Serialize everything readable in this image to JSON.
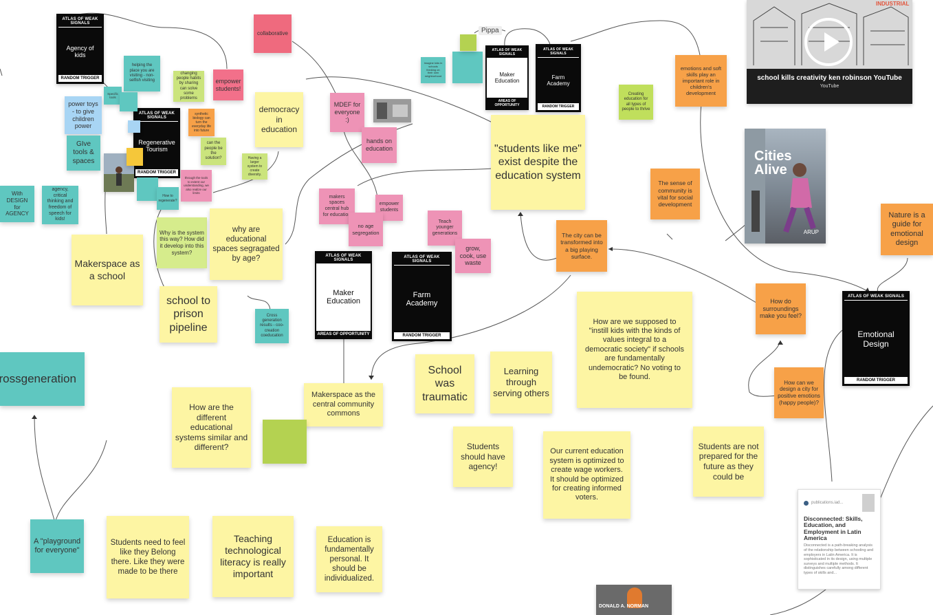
{
  "board": {
    "video": {
      "title": "school kills creativity ken robinson YouTube",
      "source": "YouTube",
      "play_icon": "play-icon"
    },
    "poster": {
      "title": "Cities Alive",
      "brand": "ARUP"
    },
    "link_card": {
      "domain": "publications.iad...",
      "title": "Disconnected: Skills, Education, and Employment in Latin America",
      "description": "Disconnected is a path-breaking analysis of the relationship between schooling and employers in Latin America. It is sophisticated in its design, using multiple surveys and multiple methods. It distinguishes carefully among different types of skills and..."
    },
    "book_cover": {
      "author": "DONALD A. NORMAN"
    },
    "user_label": "Pippa",
    "cards": {
      "agency_of_kids": {
        "header": "ATLAS OF WEAK SIGNALS",
        "title": "Agency of kids",
        "footer": "RANDOM TRIGGER"
      },
      "regenerative_tourism": {
        "header": "ATLAS OF WEAK SIGNALS",
        "title": "Regenerative Tourism",
        "footer": "RANDOM TRIGGER"
      },
      "maker_education_small": {
        "header": "ATLAS OF WEAK SIGNALS",
        "title": "Maker Education",
        "footer": "AREAS OF OPPORTUNITY"
      },
      "farm_academy_small": {
        "header": "ATLAS OF WEAK SIGNALS",
        "title": "Farm Academy",
        "footer": "RANDOM TRIGGER"
      },
      "maker_education": {
        "header": "ATLAS OF WEAK SIGNALS",
        "title": "Maker Education",
        "footer": "AREAS OF OPPORTUNITY"
      },
      "farm_academy": {
        "header": "ATLAS OF WEAK SIGNALS",
        "title": "Farm Academy",
        "footer": "RANDOM TRIGGER"
      },
      "emotional_design": {
        "header": "ATLAS OF WEAK SIGNALS",
        "title": "Emotional Design",
        "footer": "RANDOM TRIGGER"
      }
    },
    "notes": {
      "collaborative": "collaborative",
      "helping_place": "helping the place you are visiting - non-selfish visiting",
      "changing_habits": "changing people habits by sharing can solve some problems",
      "empower_students": "empower students!",
      "power_toys": "power toys - to give children power",
      "specific_tools": "Specific tools",
      "give_tools": "GIve tools & spaces",
      "synthetic_biology": "synthetic biology can turn the everyday life into future",
      "can_people": "can the people be the solution?",
      "having_larger": "Having a larger system to create diversity.",
      "through_the": "through the tools to extent our understanding, we also realize our limits",
      "democracy": "democracy in education",
      "mdef": "MDEF for everyone :)",
      "hands_on": "hands on education",
      "with_design": "With DESIGN for AGENCY",
      "agency_critical": "agency, critical thinking and freedom of speech for kids!",
      "how_to_regen": "How to regenerate?",
      "why_system": "Why is the system this way? How did it develop into this system?",
      "why_educational": "why are educational spaces segragated by age?",
      "makerspace_school": "Makerspace as a school",
      "school_prison": "school to prison pipeline",
      "cross_gen": "Cross generation results - coo-creation coeducation",
      "crossgeneration": "crossgeneration",
      "makers_spaces": "makers spaces central hub for education",
      "empower_students2": "empower students",
      "no_age": "no age segregation",
      "teach_younger": "Teach younger generations",
      "grow_cook": "grow, cook, use waste",
      "imagine_kids": "Imagine kids in schools thinking on their own neighborhood",
      "students_like_me": "\"students like me\" exist despite the education system",
      "creating_education": "Creating education for all types of people to thrive",
      "emotions_soft": "emotions and soft skills play an important role in children's development",
      "sense_community": "The sense of community is vital for social development",
      "city_transformed": "The city can be transformed into a big playing surface.",
      "nature_guide": "Nature is a guide for emotional design",
      "how_surroundings": "How do surroundings make you feel?",
      "how_design_city": "How can we design a city for positive emotions (happy people)?",
      "makerspace_commons": "Makerspace as the central community commons",
      "school_traumatic": "School was traumatic",
      "learning_serving": "Learning through serving others",
      "how_supposed": "How are we supposed to \"instill kids with the kinds of values integral to a democratic society\" if schools are fundamentally undemocratic? No voting to be found.",
      "how_different": "How are the different educational systems similar and different?",
      "students_agency": "Students should have agency!",
      "current_system": "Our current education system is optimized to create wage workers. It should be optimized for creating informed voters.",
      "not_prepared": "Students are not prepared for the future as they could be",
      "playground": "A \"playground for everyone\"",
      "belong": "Students need to feel like they Belong there. Like they were made to be there",
      "tech_literacy": "Teaching technological literacy is really important",
      "personal": "Education is fundamentally personal. It should be individualized."
    }
  }
}
